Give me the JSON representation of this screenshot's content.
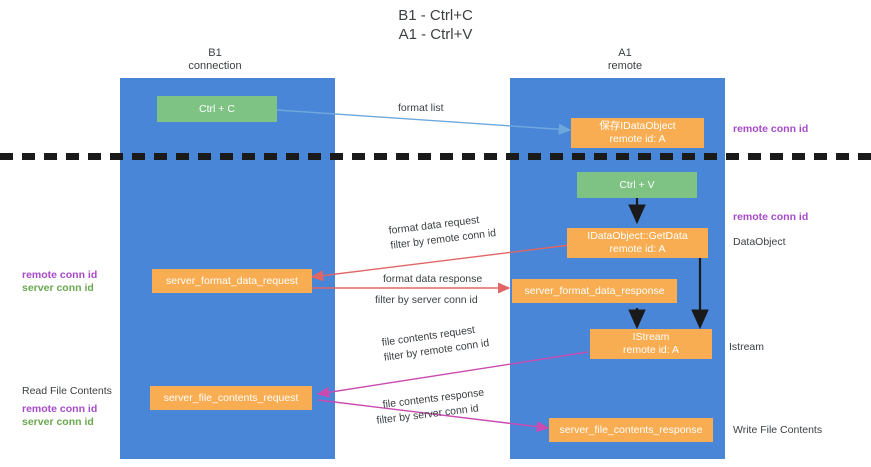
{
  "title": {
    "line1": "B1 - Ctrl+C",
    "line2": "A1 - Ctrl+V"
  },
  "columns": [
    {
      "name": "B1",
      "sub": "connection"
    },
    {
      "name": "A1",
      "sub": "remote"
    }
  ],
  "colors": {
    "lane": "#4a86d8",
    "green_box": "#7ec384",
    "orange_box": "#f9ad52",
    "remote_conn_id": "#a64ac9",
    "server_conn_id": "#6aa84f",
    "server_conn_id_inline": "#c94ab0",
    "arrow_format_list": "#6fa8dc",
    "arrow_ctrlv": "#1a1a1a",
    "arrow_format_data": "#e06666",
    "arrow_file_contents": "#c94ab0",
    "text": "#3c4043",
    "dash": "#1a1a1a"
  },
  "nodes": {
    "ctrl_c": "Ctrl + C",
    "ctrl_v": "Ctrl + V",
    "idataobject_title": "保存IDataObject",
    "idataobject_sub": "remote id: A",
    "getdata_title": "IDataObject::GetData",
    "getdata_sub": "remote id: A",
    "istream_title": "IStream",
    "istream_sub": "remote id: A",
    "server_format_data_request": "server_format_data_request",
    "server_format_data_response": "server_format_data_response",
    "server_file_contents_request": "server_file_contents_request",
    "server_file_contents_response": "server_file_contents_response"
  },
  "edges": {
    "format_list": "format list",
    "format_data_request": "format data request",
    "format_data_request_filter_prefix": "filter by ",
    "format_data_request_filter_key": "remote conn id",
    "format_data_response": "format data response",
    "format_data_response_filter_prefix": "filter by ",
    "format_data_response_filter_key": "server conn id",
    "file_contents_request": "file contents request",
    "file_contents_request_filter_prefix": "filter by ",
    "file_contents_request_filter_key": "remote conn id",
    "file_contents_response": "file contents response",
    "file_contents_response_filter_prefix": "filter by ",
    "file_contents_response_filter_key": "server conn id"
  },
  "annotations": {
    "right_remote_conn_id_top": "remote conn id",
    "right_remote_conn_id_mid": "remote conn id",
    "right_dataobject": "DataObject",
    "right_istream": "Istream",
    "right_write_file_contents": "Write File Contents",
    "left_remote_conn_id_mid": "remote conn id",
    "left_server_conn_id_mid": "server conn id",
    "left_read_file_contents": "Read File Contents",
    "left_remote_conn_id_bottom": "remote conn id",
    "left_server_conn_id_bottom": "server conn id"
  }
}
